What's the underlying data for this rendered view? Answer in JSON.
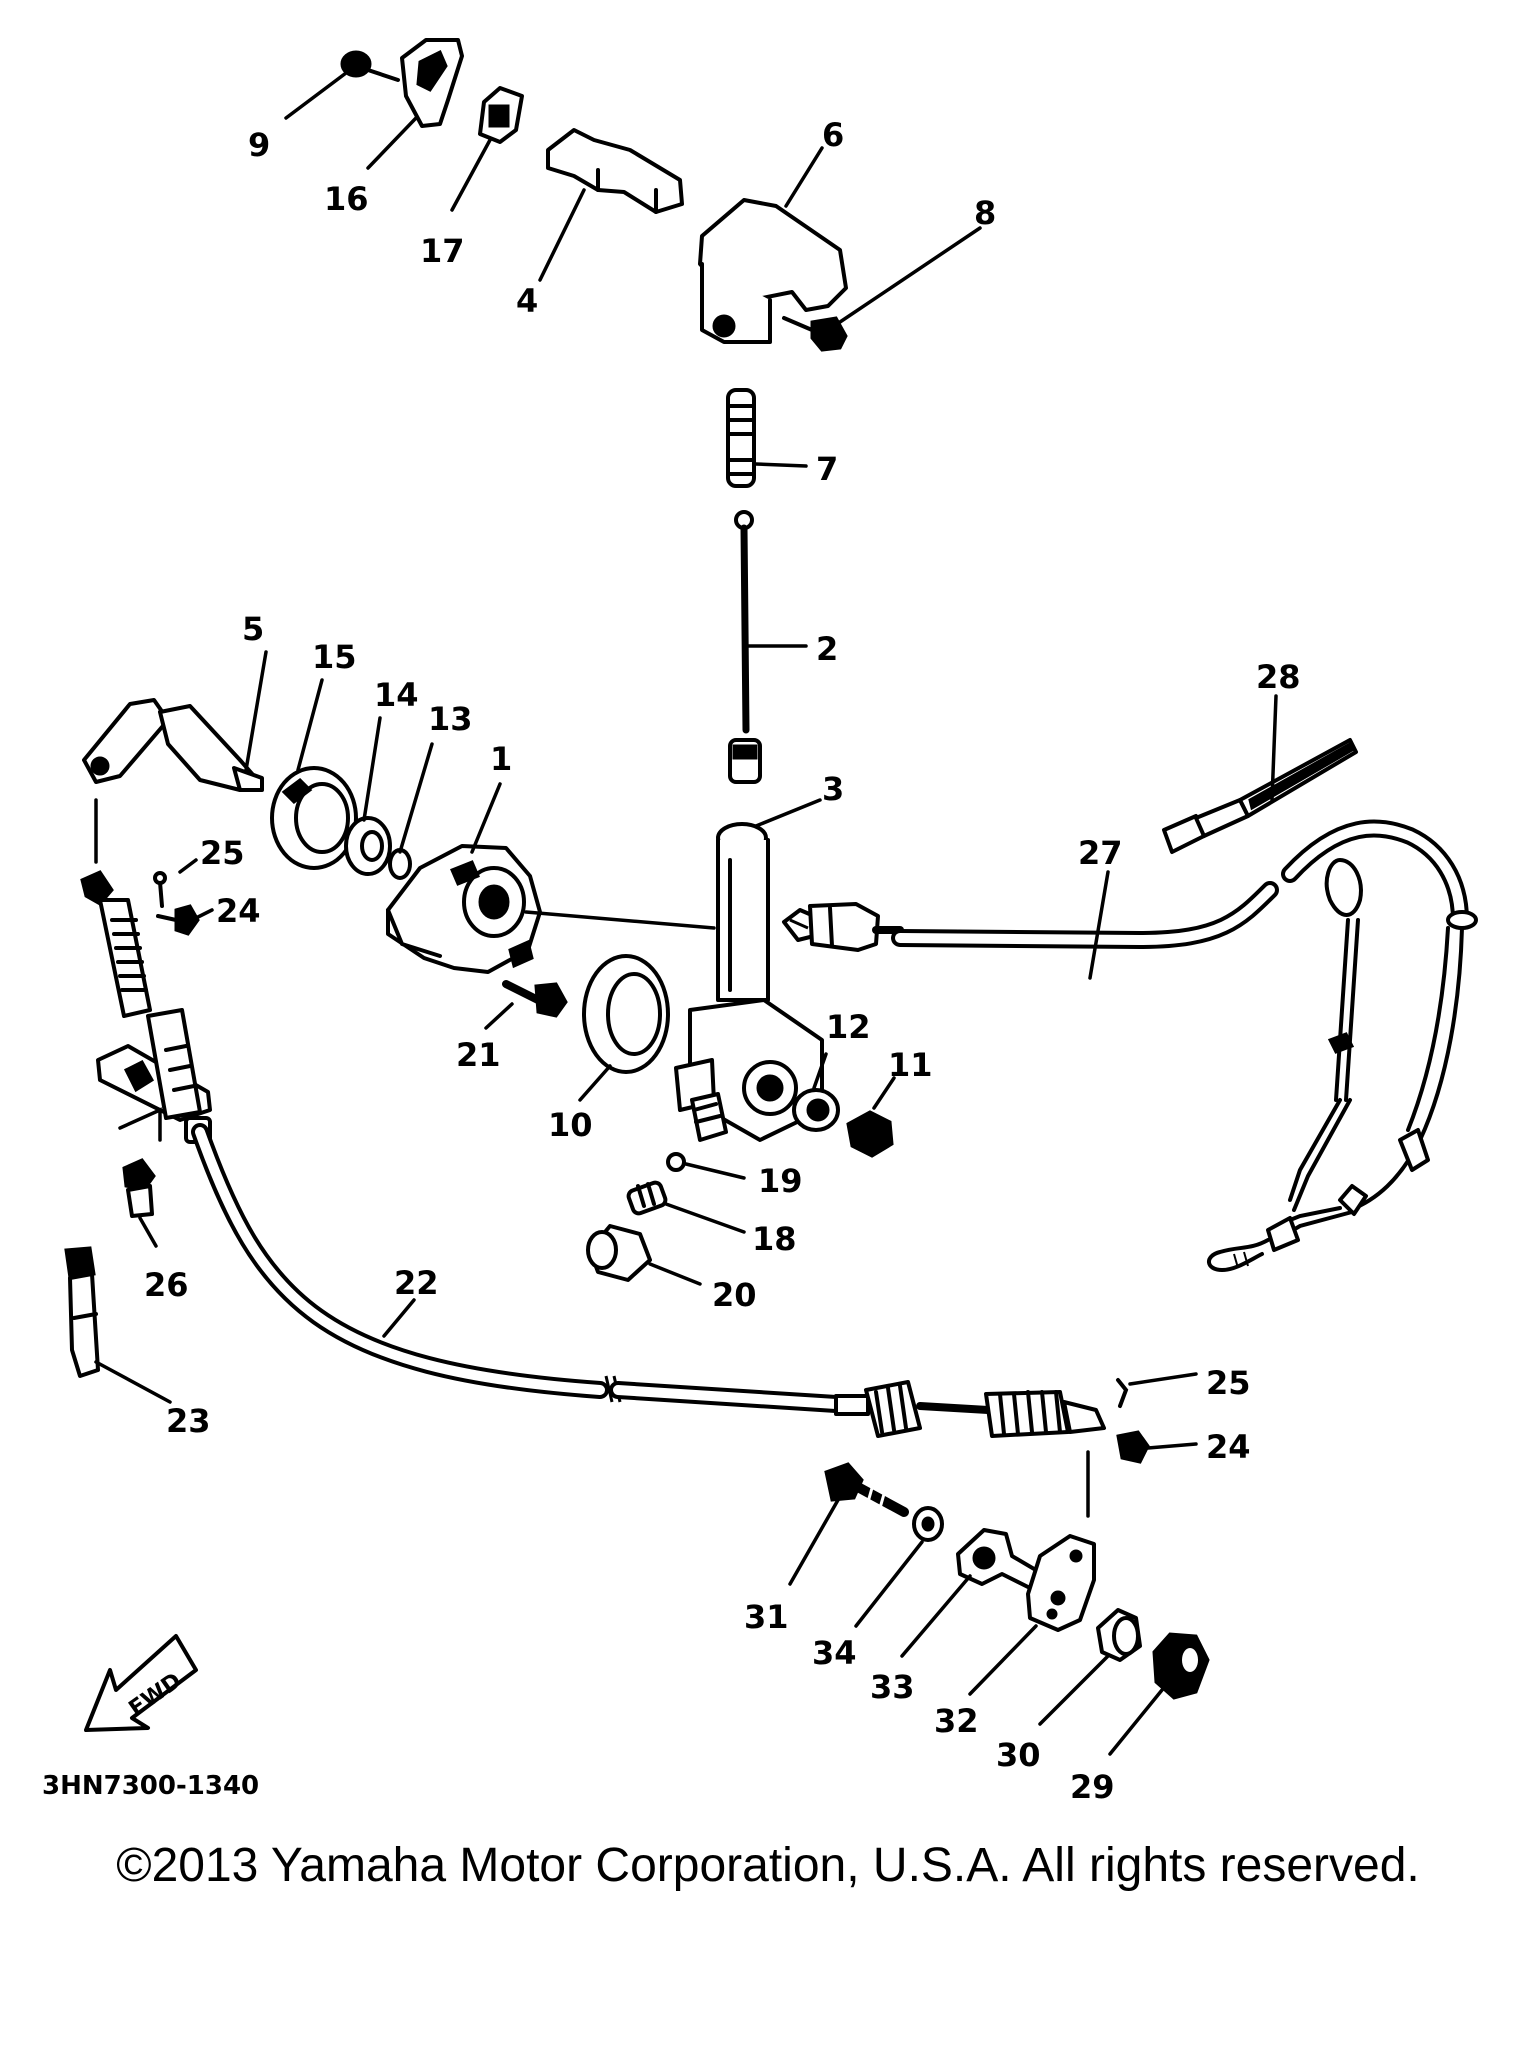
{
  "callouts": {
    "c1": "1",
    "c2": "2",
    "c3": "3",
    "c4": "4",
    "c5": "5",
    "c6": "6",
    "c7": "7",
    "c8": "8",
    "c9": "9",
    "c10": "10",
    "c11": "11",
    "c12": "12",
    "c13": "13",
    "c14": "14",
    "c15": "15",
    "c16": "16",
    "c17": "17",
    "c18": "18",
    "c19": "19",
    "c20": "20",
    "c21": "21",
    "c22": "22",
    "c23": "23",
    "c24a": "24",
    "c24b": "24",
    "c25a": "25",
    "c25b": "25",
    "c26": "26",
    "c27": "27",
    "c28": "28",
    "c29": "29",
    "c30": "30",
    "c31": "31",
    "c32": "32",
    "c33": "33",
    "c34": "34"
  },
  "fwd_label": "FWD",
  "drawing_code": "3HN7300-1340",
  "copyright": "©2013 Yamaha Motor Corporation, U.S.A. All rights reserved."
}
